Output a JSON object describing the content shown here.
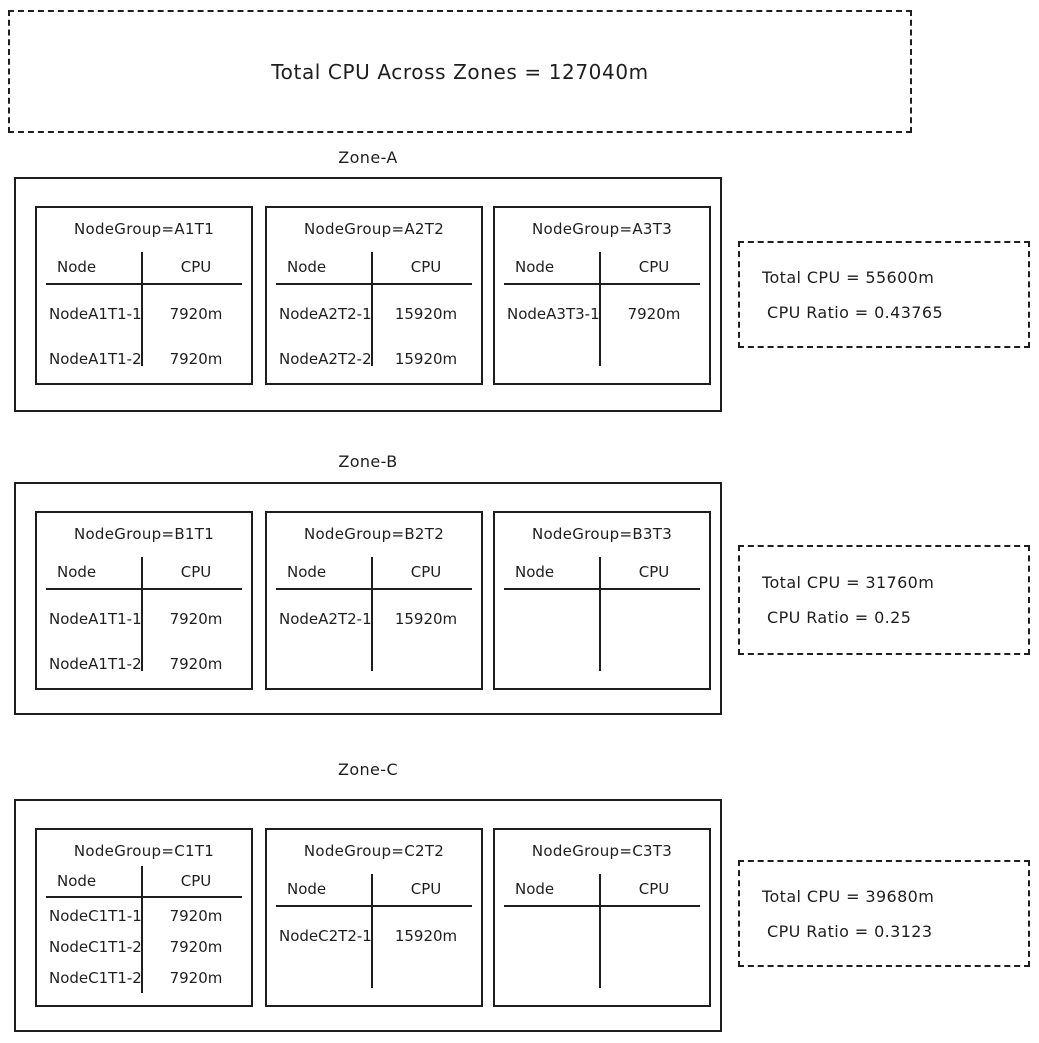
{
  "colors": {
    "stroke": "#1e1e1e",
    "background": "#ffffff"
  },
  "total_box": {
    "text": "Total CPU Across Zones = 127040m"
  },
  "table_columns": {
    "node": "Node",
    "cpu": "CPU"
  },
  "zones": [
    {
      "name": "Zone-A",
      "nodegroups": [
        {
          "title": "NodeGroup=A1T1",
          "rows": [
            [
              "NodeA1T1-1",
              "7920m"
            ],
            [
              "NodeA1T1-2",
              "7920m"
            ]
          ]
        },
        {
          "title": "NodeGroup=A2T2",
          "rows": [
            [
              "NodeA2T2-1",
              "15920m"
            ],
            [
              "NodeA2T2-2",
              "15920m"
            ]
          ]
        },
        {
          "title": "NodeGroup=A3T3",
          "rows": [
            [
              "NodeA3T3-1",
              "7920m"
            ]
          ]
        }
      ],
      "summary": {
        "total_cpu": "Total CPU = 55600m",
        "cpu_ratio": "CPU Ratio = 0.43765"
      }
    },
    {
      "name": "Zone-B",
      "nodegroups": [
        {
          "title": "NodeGroup=B1T1",
          "rows": [
            [
              "NodeA1T1-1",
              "7920m"
            ],
            [
              "NodeA1T1-2",
              "7920m"
            ]
          ]
        },
        {
          "title": "NodeGroup=B2T2",
          "rows": [
            [
              "NodeA2T2-1",
              "15920m"
            ]
          ]
        },
        {
          "title": "NodeGroup=B3T3",
          "rows": []
        }
      ],
      "summary": {
        "total_cpu": "Total CPU = 31760m",
        "cpu_ratio": "CPU Ratio = 0.25"
      }
    },
    {
      "name": "Zone-C",
      "nodegroups": [
        {
          "title": "NodeGroup=C1T1",
          "rows": [
            [
              "NodeC1T1-1",
              "7920m"
            ],
            [
              "NodeC1T1-2",
              "7920m"
            ],
            [
              "NodeC1T1-2",
              "7920m"
            ]
          ]
        },
        {
          "title": "NodeGroup=C2T2",
          "rows": [
            [
              "NodeC2T2-1",
              "15920m"
            ]
          ]
        },
        {
          "title": "NodeGroup=C3T3",
          "rows": []
        }
      ],
      "summary": {
        "total_cpu": "Total CPU = 39680m",
        "cpu_ratio": "CPU Ratio = 0.3123"
      }
    }
  ]
}
